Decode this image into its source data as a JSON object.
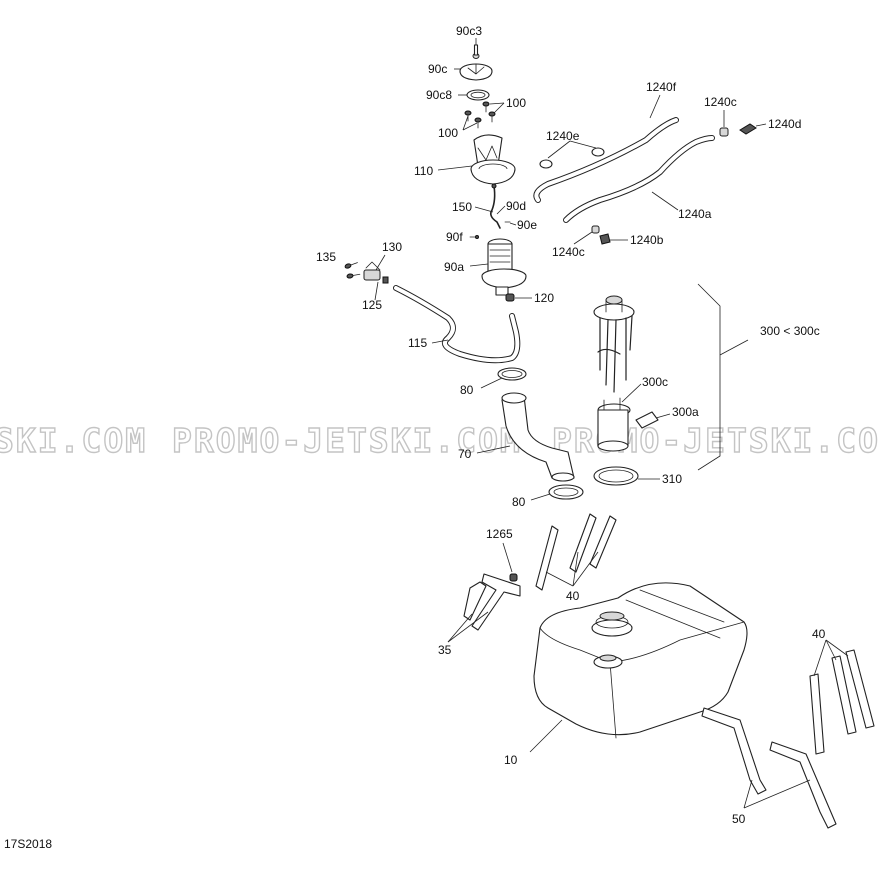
{
  "diagram_code": "17S2018",
  "watermark": {
    "text": "PROMO-JETSKI.COM",
    "left_fragment": "SKI.COM"
  },
  "labels": {
    "l90c3": "90c3",
    "l90c": "90c",
    "l90c8": "90c8",
    "l100a": "100",
    "l100b": "100",
    "l110": "110",
    "l150": "150",
    "l90d": "90d",
    "l90e": "90e",
    "l90f": "90f",
    "l90a": "90a",
    "l120": "120",
    "l130": "130",
    "l135": "135",
    "l125": "125",
    "l115": "115",
    "l80a": "80",
    "l70": "70",
    "l80b": "80",
    "l1240f": "1240f",
    "l1240c_top": "1240c",
    "l1240d": "1240d",
    "l1240e": "1240e",
    "l1240a": "1240a",
    "l1240b": "1240b",
    "l1240c_bot": "1240c",
    "l300": "300 < 300c",
    "l300c": "300c",
    "l300a": "300a",
    "l310": "310",
    "l1265": "1265",
    "l40a": "40",
    "l35": "35",
    "l40b": "40",
    "l10": "10",
    "l50": "50"
  }
}
